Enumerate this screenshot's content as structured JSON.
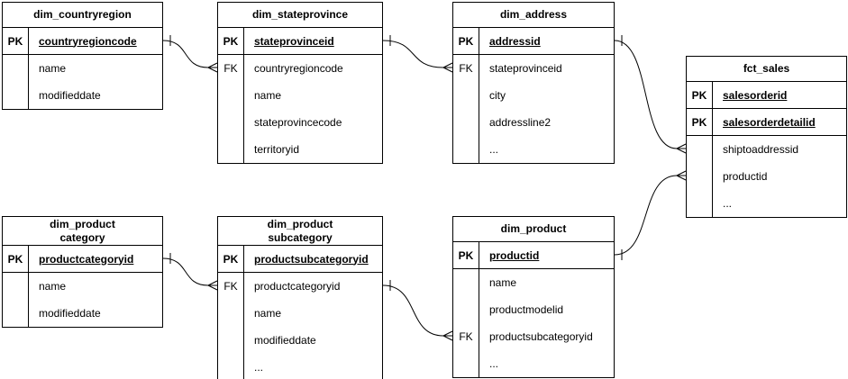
{
  "diagram": {
    "background_color": "#ffffff",
    "line_color": "#000000",
    "tables": [
      {
        "title": "dim_countryregion",
        "key_rows": [
          {
            "key": "PK",
            "name": "countryregioncode"
          }
        ],
        "attrs": [
          {
            "key": "",
            "name": "name"
          },
          {
            "key": "",
            "name": "modifieddate"
          }
        ]
      },
      {
        "title": "dim_stateprovince",
        "key_rows": [
          {
            "key": "PK",
            "name": "stateprovinceid"
          }
        ],
        "attrs": [
          {
            "key": "FK",
            "name": "countryregioncode"
          },
          {
            "key": "",
            "name": "name"
          },
          {
            "key": "",
            "name": "stateprovincecode"
          },
          {
            "key": "",
            "name": "territoryid"
          }
        ]
      },
      {
        "title": "dim_address",
        "key_rows": [
          {
            "key": "PK",
            "name": "addressid"
          }
        ],
        "attrs": [
          {
            "key": "FK",
            "name": "stateprovinceid"
          },
          {
            "key": "",
            "name": "city"
          },
          {
            "key": "",
            "name": "addressline2"
          },
          {
            "key": "",
            "name": "..."
          }
        ]
      },
      {
        "title": "fct_sales",
        "key_rows": [
          {
            "key": "PK",
            "name": "salesorderid"
          },
          {
            "key": "PK",
            "name": "salesorderdetailid"
          }
        ],
        "attrs": [
          {
            "key": "",
            "name": "shiptoaddressid"
          },
          {
            "key": "",
            "name": "productid"
          },
          {
            "key": "",
            "name": "..."
          }
        ]
      },
      {
        "title": "dim_product\ncategory",
        "key_rows": [
          {
            "key": "PK",
            "name": "productcategoryid"
          }
        ],
        "attrs": [
          {
            "key": "",
            "name": "name"
          },
          {
            "key": "",
            "name": "modifieddate"
          }
        ]
      },
      {
        "title": "dim_product\nsubcategory",
        "key_rows": [
          {
            "key": "PK",
            "name": "productsubcategoryid"
          }
        ],
        "attrs": [
          {
            "key": "FK",
            "name": "productcategoryid"
          },
          {
            "key": "",
            "name": "name"
          },
          {
            "key": "",
            "name": "modifieddate"
          },
          {
            "key": "",
            "name": "..."
          }
        ]
      },
      {
        "title": "dim_product",
        "key_rows": [
          {
            "key": "PK",
            "name": "productid"
          }
        ],
        "attrs": [
          {
            "key": "",
            "name": "name"
          },
          {
            "key": "",
            "name": "productmodelid"
          },
          {
            "key": "FK",
            "name": "productsubcategoryid"
          },
          {
            "key": "",
            "name": "..."
          }
        ]
      }
    ],
    "relationships": [
      {
        "from": "dim_countryregion.countryregioncode",
        "to": "dim_stateprovince.countryregioncode",
        "from_end": "one",
        "to_end": "many"
      },
      {
        "from": "dim_stateprovince.stateprovinceid",
        "to": "dim_address.stateprovinceid",
        "from_end": "one",
        "to_end": "many"
      },
      {
        "from": "dim_address.addressid",
        "to": "fct_sales.shiptoaddressid",
        "from_end": "one",
        "to_end": "many"
      },
      {
        "from": "dim_productcategory.productcategoryid",
        "to": "dim_productsubcategory.productcategoryid",
        "from_end": "one",
        "to_end": "many"
      },
      {
        "from": "dim_productsubcategory.productsubcategoryid",
        "to": "dim_product.productsubcategoryid",
        "from_end": "one",
        "to_end": "many"
      },
      {
        "from": "dim_product.productid",
        "to": "fct_sales.productid",
        "from_end": "one",
        "to_end": "many"
      }
    ]
  }
}
